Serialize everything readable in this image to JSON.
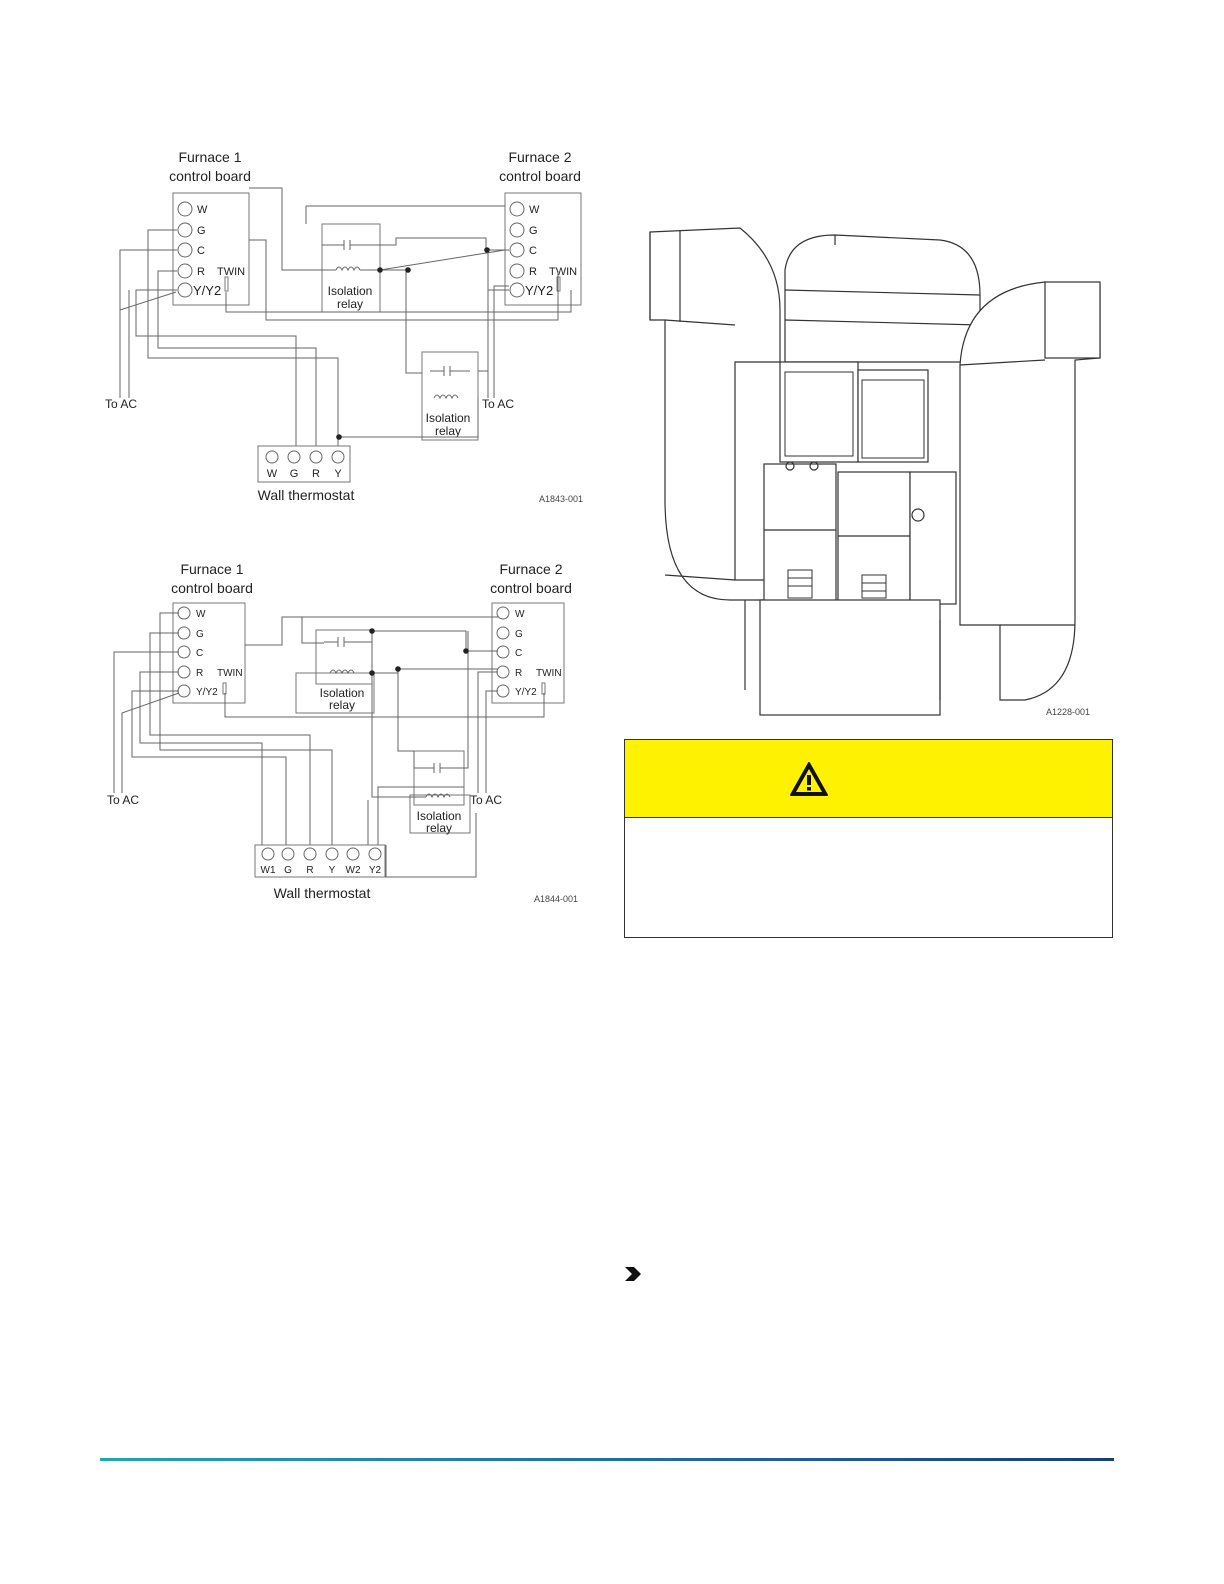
{
  "figure_top": {
    "furnace1_line1": "Furnace 1",
    "furnace1_line2": "control board",
    "furnace2_line1": "Furnace 2",
    "furnace2_line2": "control board",
    "terminals": [
      "W",
      "G",
      "C",
      "R",
      "Y/Y2"
    ],
    "twin": "TWIN",
    "relay_line1": "Isolation",
    "relay_line2": "relay",
    "to_ac": "To AC",
    "thermostat_terminals": [
      "W",
      "G",
      "R",
      "Y"
    ],
    "thermostat_label": "Wall thermostat",
    "code": "A1843-001"
  },
  "figure_bottom": {
    "furnace1_line1": "Furnace 1",
    "furnace1_line2": "control board",
    "furnace2_line1": "Furnace 2",
    "furnace2_line2": "control board",
    "terminals": [
      "W",
      "G",
      "C",
      "R",
      "Y/Y2"
    ],
    "twin": "TWIN",
    "relay_line1": "Isolation",
    "relay_line2": "relay",
    "to_ac": "To AC",
    "thermostat_terminals": [
      "W1",
      "G",
      "R",
      "Y",
      "W2",
      "Y2"
    ],
    "thermostat_label": "Wall thermostat",
    "code": "A1844-001"
  },
  "figure_right": {
    "code": "A1228-001"
  },
  "caution": {
    "icon": "warning-triangle-icon",
    "header_color": "#fff200"
  },
  "bullet_icon": "chevron-right-icon",
  "footer_rule_colors": [
    "#1fa8a8",
    "#173f7a"
  ]
}
